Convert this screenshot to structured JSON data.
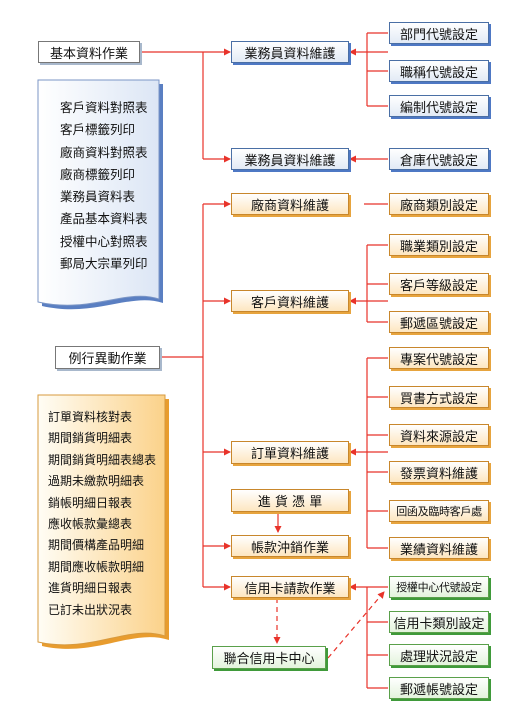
{
  "nodes": {
    "basic_ops": "基本資料作業",
    "sales_rep_1": "業務員資料維護",
    "sales_rep_2": "業務員資料維護",
    "vendor_maint": "廠商資料維護",
    "customer_maint": "客戶資料維護",
    "routine_ops": "例行異動作業",
    "order_maint": "訂單資料維護",
    "purchase_voucher": "進 貨 憑 單",
    "account_writeoff": "帳款沖銷作業",
    "credit_card_billing": "信用卡請款作業",
    "credit_card_center": "聯合信用卡中心",
    "dept_code": "部門代號設定",
    "title_code": "職稱代號設定",
    "staffing_code": "編制代號設定",
    "warehouse_code": "倉庫代號設定",
    "vendor_category": "廠商類別設定",
    "occupation_category": "職業類別設定",
    "customer_level": "客戶等級設定",
    "zip_code": "郵遞區號設定",
    "project_code": "專案代號設定",
    "purchase_method": "買書方式設定",
    "data_source": "資料來源設定",
    "invoice_maint": "發票資料維護",
    "reply_temp_customer": "回函及臨時客戶處",
    "performance_maint": "業績資料維護",
    "auth_center_code": "授權中心代號設定",
    "card_category": "信用卡類別設定",
    "process_status": "處理狀況設定",
    "postal_account": "郵遞帳號設定"
  },
  "reports_blue": [
    "客戶資料對照表",
    "客戶標籤列印",
    "廠商資料對照表",
    "廠商標籤列印",
    "業務員資料表",
    "產品基本資料表",
    "授權中心對照表",
    "郵局大宗單列印"
  ],
  "reports_orange": [
    "訂單資料核對表",
    "期間銷貨明細表",
    "期間銷貨明細表總表",
    "過期未繳款明細表",
    "銷帳明細日報表",
    "應收帳款彙總表",
    "期間價構產品明細",
    "期間應收帳款明細",
    "進貨明細日報表",
    "已訂未出狀況表"
  ],
  "colors": {
    "arrow": "#e8332a",
    "blue_shadow": "#4e78c4",
    "orange_shadow": "#e7a43e",
    "green_shadow": "#3f9a3a"
  }
}
